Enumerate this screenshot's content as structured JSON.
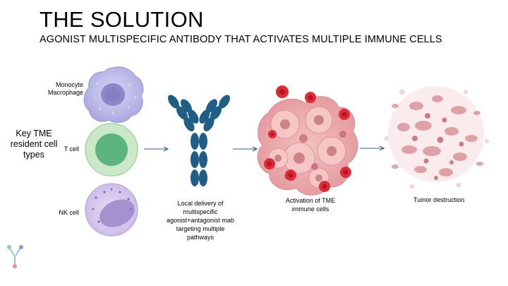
{
  "slide": {
    "title": "THE SOLUTION",
    "subtitle": "AGONIST MULTISPECIFIC ANTIBODY THAT ACTIVATES MULTIPLE IMMUNE CELLS"
  },
  "cells": {
    "group_label": "Key TME resident cell types",
    "monocyte": "Monocyte Macrophage",
    "t_cell": "T cell",
    "nk_cell": "NK cell"
  },
  "steps": [
    {
      "caption": "Local delivery of multispecific agonist+antagonist mab targeting multiple pathways"
    },
    {
      "caption": "Activation of TME immune cells"
    },
    {
      "caption": "Tumor destruction"
    }
  ],
  "colors": {
    "monocyte": "#b7b6e8",
    "t_cell_outer": "#c9e8c7",
    "t_cell_inner": "#5db880",
    "nk_cell": "#d6c8ec",
    "antibody": "#1f5f86",
    "arrow": "#2f5f8a",
    "tumor": "#e8a5a8",
    "red_cell": "#e02a35"
  }
}
